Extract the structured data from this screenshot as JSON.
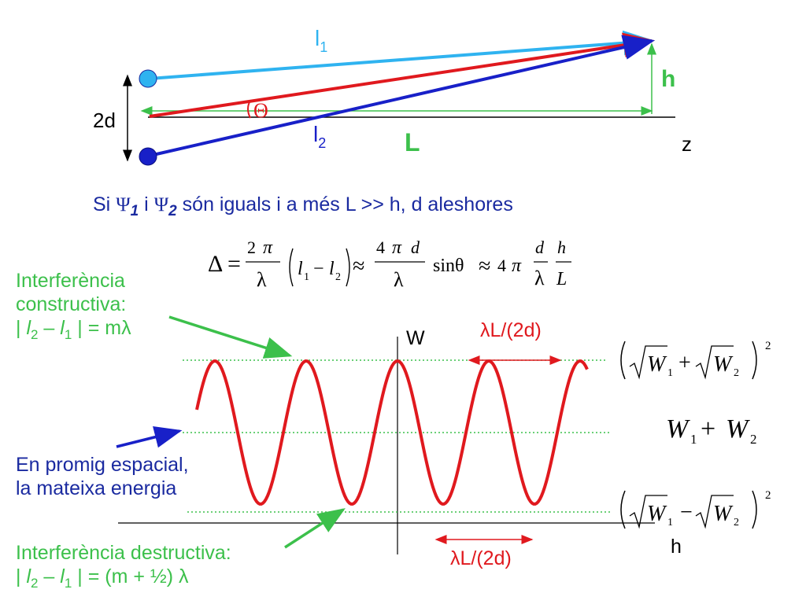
{
  "colors": {
    "cyan": "#2fb3f0",
    "red": "#e0191e",
    "blue": "#1820c8",
    "green": "#3cc04b",
    "navy": "#1a2aa0",
    "black": "#000000"
  },
  "top_diagram": {
    "ray1_label": "l",
    "ray1_sub": "1",
    "ray2_label": "l",
    "ray2_sub": "2",
    "height_label": "h",
    "distance_label": "L",
    "axis_label": "z",
    "separation_label": "2d",
    "angle_label": "Θ"
  },
  "statement": {
    "si": "Si",
    "psi1": "Ψ",
    "psi1_sub": "1",
    "i": "i",
    "psi2": "Ψ",
    "psi2_sub": "2",
    "rest": "són iguals i a més L >> h, d aleshores"
  },
  "formula": {
    "delta": "Δ",
    "eq": "=",
    "two": "2",
    "pi": "π",
    "lambda": "λ",
    "l1": "l",
    "sub1": "1",
    "minus": "−",
    "l2": "l",
    "sub2": "2",
    "approx": "≈",
    "four": "4",
    "d": "d",
    "sin_theta": "sinθ",
    "h": "h",
    "L": "L"
  },
  "annotations": {
    "constructive": [
      "Interferència",
      "constructiva:"
    ],
    "constructive_cond": "| l2 – l1 | = mλ",
    "average": [
      "En promig espacial,",
      "la mateixa energia"
    ],
    "destructive_title": "Interferència destructiva:",
    "destructive_cond": "| l2 – l1 | = (m + ½) λ"
  },
  "graph": {
    "y_axis_label": "W",
    "x_axis_label": "h",
    "period_top": "λL/(2d)",
    "period_bottom": "λL/(2d)"
  },
  "levels": {
    "max": "(√W1 + √W2)²",
    "avg": "W1 + W2",
    "min": "(√W1 − √W2)²"
  }
}
